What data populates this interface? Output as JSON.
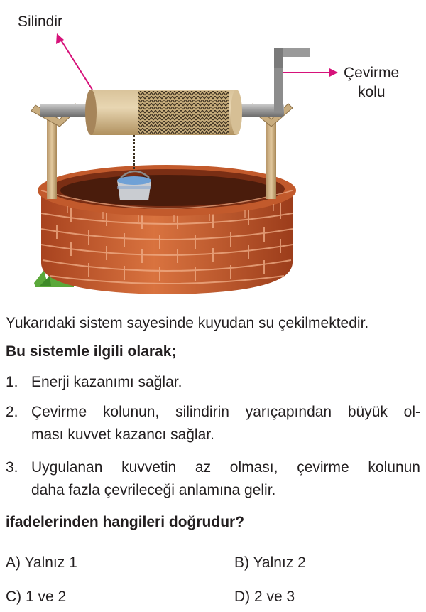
{
  "figure": {
    "label_cylinder": "Silindir",
    "label_crank_line1": "Çevirme",
    "label_crank_line2": "kolu"
  },
  "intro": "Yukarıdaki sistem sayesinde kuyudan su çekilmektedir.",
  "lead": "Bu sistemle ilgili olarak;",
  "statements": [
    {
      "num": "1.",
      "line1": "Enerji kazanımı sağlar."
    },
    {
      "num": "2.",
      "line1": "Çevirme kolunun, silindirin yarıçapından büyük ol-",
      "line2": "ması kuvvet kazancı sağlar."
    },
    {
      "num": "3.",
      "line1": "Uygulanan kuvvetin az olması, çevirme kolunun",
      "line2": "daha fazla çevrileceği anlamına gelir."
    }
  ],
  "question": "ifadelerinden hangileri doğrudur?",
  "options": {
    "a": "A) Yalnız 1",
    "b": "B) Yalnız 2",
    "c": "C) 1 ve 2",
    "d": "D) 2 ve 3"
  },
  "colors": {
    "accent_arrow": "#d6127a",
    "brick": "#c85a2e",
    "wood": "#c9ad7f"
  }
}
